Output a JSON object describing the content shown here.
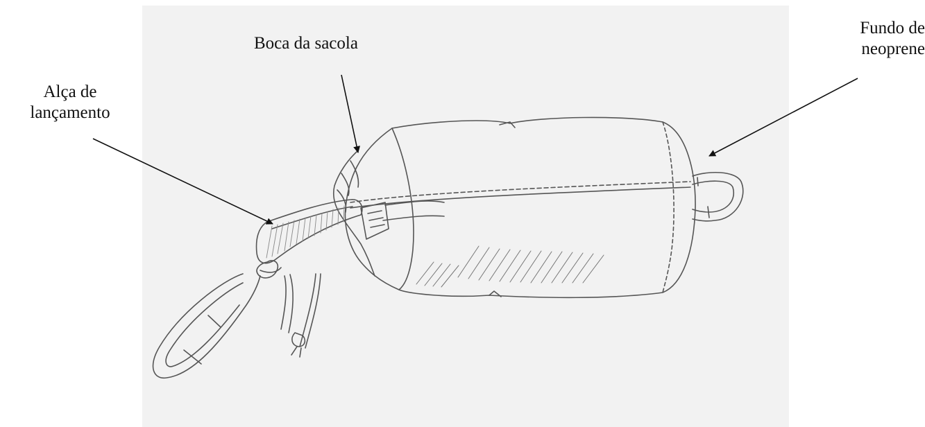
{
  "labels": {
    "boca": {
      "text": "Boca da sacola"
    },
    "alca": {
      "line1": "Alça de",
      "line2": "lançamento"
    },
    "fundo": {
      "line1": "Fundo de",
      "line2": "neoprene"
    }
  },
  "colors": {
    "panel": "#f2f2f2",
    "ink": "#222222",
    "sketch": "#555555"
  }
}
